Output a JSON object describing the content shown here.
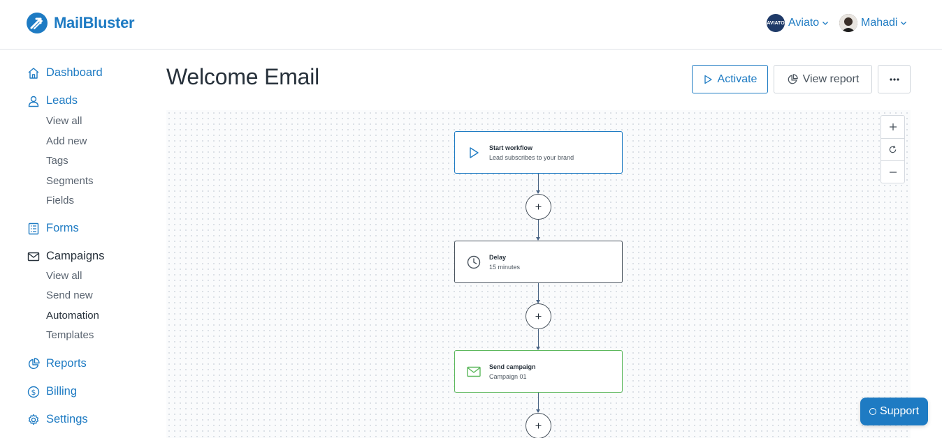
{
  "app": {
    "name": "MailBluster"
  },
  "header": {
    "brand_account": {
      "name": "Aviato",
      "avatar_text": "AVIATO"
    },
    "user_account": {
      "name": "Mahadi"
    }
  },
  "sidebar": {
    "dashboard": "Dashboard",
    "leads": {
      "label": "Leads",
      "items": [
        "View all",
        "Add new",
        "Tags",
        "Segments",
        "Fields"
      ]
    },
    "forms": "Forms",
    "campaigns": {
      "label": "Campaigns",
      "items": [
        "View all",
        "Send new",
        "Automation",
        "Templates"
      ],
      "active": "Automation"
    },
    "reports": "Reports",
    "billing": "Billing",
    "settings": "Settings"
  },
  "page": {
    "title": "Welcome Email",
    "actions": {
      "activate": "Activate",
      "view_report": "View report",
      "more": "more-options-icon"
    }
  },
  "workflow": {
    "nodes": [
      {
        "title": "Start workflow",
        "subtitle": "Lead subscribes to your brand",
        "icon": "play-icon",
        "color": "#1e7bc3"
      },
      {
        "title": "Delay",
        "subtitle": "15 minutes",
        "icon": "clock-icon",
        "color": "#4a545e"
      },
      {
        "title": "Send campaign",
        "subtitle": "Campaign 01",
        "icon": "envelope-icon",
        "color": "#5cb85c"
      }
    ],
    "zoom_controls": [
      "zoom-in-icon",
      "reset-icon",
      "zoom-out-icon"
    ]
  },
  "support": {
    "label": "Support"
  },
  "colors": {
    "primary": "#1e7bc3",
    "success": "#5cb85c",
    "text": "#27313b"
  }
}
